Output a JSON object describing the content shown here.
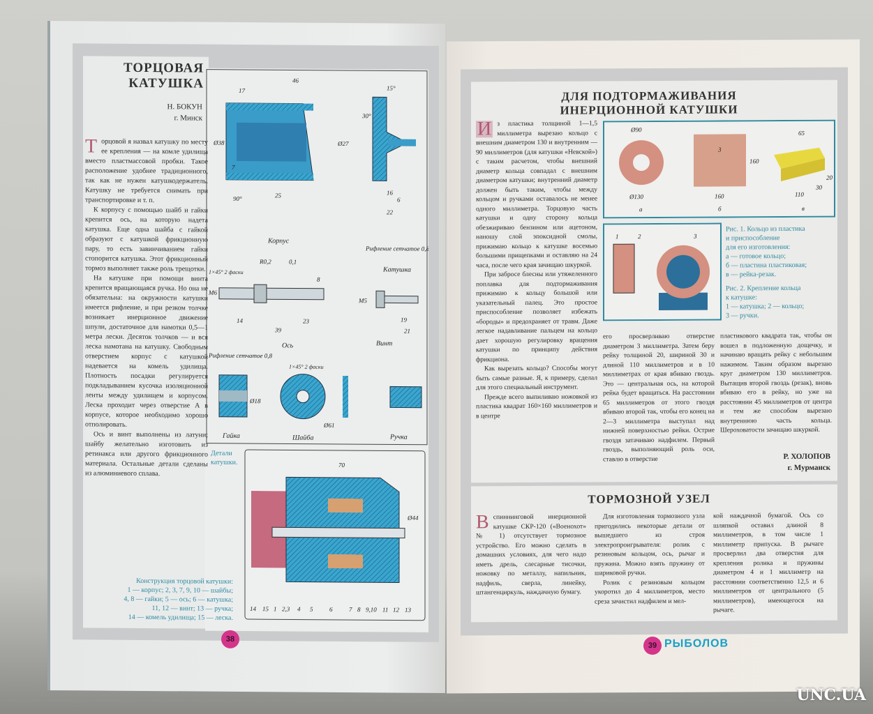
{
  "left_page": {
    "title": "ТОРЦОВАЯ КАТУШКА",
    "author": "Н. БОКУН",
    "city": "г. Минск",
    "drop_cap": "Т",
    "paragraphs": [
      "орцовой я назвал катушку по месту ее крепления — на комле удилища вместо пластмассовой пробки. Такое расположение удобнее традиционного, так как не нужен катушкодержатель. Катушку не требуется снимать при транспортировке и т. п.",
      "К корпусу с помощью шайб и гайки крепится ось, на которую надета катушка. Еще одна шайба с гайкой образуют с катушкой фрикционную пару, то есть завинчиванием гайки стопорится катушка. Этот фрикционный тормоз выполняет также роль трещотки.",
      "На катушке при помощи винта крепится вращающаяся ручка. Но она не обязательна: на окружности катушки имеется рифление, и при резком толчке возникает инерционное движение шпули, достаточное для намотки 0,5—1 метра лески. Десяток толчков — и вся леска намотана на катушку. Свободным отверстием корпус с катушкой надевается на комель удилища. Плотность посадки регулируется подкладыванием кусочка изоляционной ленты между удилищем и корпусом. Леска проходит через отверстие А в корпусе, которое необходимо хорошо отполировать.",
      "Ось и винт выполнены из латуни; шайбу желательно изготовить из ретинакса или другого фрикционного материала. Остальные детали сделаны из алюминиевого сплава."
    ],
    "details_caption": "Детали катушки.",
    "construction_caption": [
      "Конструкция торцовой катушки:",
      "1 — корпус; 2, 3, 7, 9, 10 — шайбы;",
      "4, 8 — гайки; 5 — ось; 6 — катушка;",
      "11, 12 — винт; 13 — ручка;",
      "14 — комель удилища; 15 — леска."
    ],
    "drawing_labels": {
      "korpus": "Корпус",
      "katushka": "Катушка",
      "os": "Ось",
      "vint": "Винт",
      "gaika": "Гайка",
      "shaiba": "Шайба",
      "ruchka": "Ручка",
      "riflenie": "Рифление сетчатое 0,8",
      "riflenie2": "Рифление сетчатое 0,8",
      "chamfer": "1×45° 2 фаски",
      "chamfer2": "1×45° 2 фаски"
    },
    "dimensions": [
      "46",
      "17",
      "25",
      "7",
      "6",
      "22",
      "16",
      "39",
      "14",
      "23",
      "8",
      "21",
      "19",
      "70",
      "Ø38",
      "Ø27",
      "Ø44",
      "Ø61",
      "Ø18",
      "M6",
      "M5",
      "R0,2",
      "0,1",
      "15°",
      "30°",
      "90°"
    ],
    "part_numbers": [
      "14",
      "15",
      "1",
      "2,3",
      "4",
      "5",
      "6",
      "7",
      "8",
      "9,10",
      "11",
      "12",
      "13"
    ],
    "page_number": "38"
  },
  "right_page": {
    "title": "ДЛЯ ПОДТОРМАЖИВАНИЯ ИНЕРЦИОННОЙ КАТУШКИ",
    "drop_cap": "И",
    "col1": [
      "з пластика толщиной 1—1,5 миллиметра вырезаю кольцо с внешним диаметром 130 и внутренним — 90 миллиметров (для катушки «Невской») с таким расчетом, чтобы внешний диаметр кольца совпадал с внешним диаметром катушки; внутренний диаметр должен быть таким, чтобы между кольцом и ручками оставалось не менее одного миллиметра. Торцовую часть катушки и одну сторону кольца обезжириваю бензином или ацетоном, наношу слой эпоксидной смолы, прижимаю кольцо к катушке восемью большими прищепками и оставляю на 24 часа, после чего края зачищаю шкуркой.",
      "При забросе блесны или утяжеленного поплавка для подтормаживания прижимаю к кольцу большой или указательный палец. Это простое приспособление позволяет избежать «бороды» и предохраняет от травм. Даже легкое надавливание пальцем на кольцо дает хорошую регулировку вращения катушки по принципу действия фрикциона.",
      "Как вырезать кольцо? Способы могут быть самые разные. Я, к примеру, сделал для этого специальный инструмент.",
      "Прежде всего выпиливаю ножовкой из пластика квадрат 160×160 миллиметров и в центре"
    ],
    "col2": "его просверливаю отверстие диаметром 3 миллиметра. Затем беру рейку толщиной 20, шириной 30 и длиной 110 миллиметров и в 10 миллиметрах от края вбиваю гвоздь. Это — центральная ось, на которой рейка будет вращаться. На расстоянии 65 миллиметров от этого гвоздя вбиваю второй так, чтобы его конец на 2—3 миллиметра выступал над нижней поверхностью рейки. Острие гвоздя затачиваю надфилем. Первый гвоздь, выполняющий роль оси, ставлю в отверстие",
    "col3": "пластикового квадрата так, чтобы он вошел в подложенную дощечку, и начинаю вращать рейку с небольшим нажимом. Таким образом вырезаю круг диаметром 130 миллиметров. Вытащив второй гвоздь (резак), вновь вбиваю его в рейку, но уже на расстоянии 45 миллиметров от центра и тем же способом вырезаю внутреннюю часть кольца. Шероховатости зачищаю шкуркой.",
    "author": "Р. ХОЛОПОВ",
    "city": "г. Мурманск",
    "fig1_caption": [
      "Рис. 1. Кольцо из пластика",
      "и приспособление",
      "для его изготовления:",
      "а — готовое кольцо;",
      "б — пластина пластиковая;",
      "в — рейка-резак."
    ],
    "fig2_caption": [
      "Рис. 2. Крепление кольца",
      "к катушке:",
      "1 — катушка; 2 — кольцо;",
      "3 — ручки."
    ],
    "fig_labels": {
      "a": "а",
      "b": "б",
      "v": "в",
      "d90": "Ø90",
      "d130": "Ø130",
      "s160": "160",
      "s160v": "160",
      "three": "3",
      "l65": "65",
      "l110": "110",
      "h20": "20",
      "w30": "30",
      "n1": "1",
      "n2": "2",
      "n3": "3"
    },
    "section2": {
      "title": "ТОРМОЗНОЙ УЗЕЛ",
      "drop_cap": "В",
      "col1": "спиннинговой инерционной катушке СКР-120 («Военохот» № 1) отсутствует тормозное устройство. Его можно сделать в домашних условиях, для чего надо иметь дрель, слесарные тисочки, ножовку по металлу, напильник, надфиль, сверла, линейку, штангенциркуль, наждачную бумагу.",
      "col2": [
        "Для изготовления тормозного узла пригодились некоторые детали от вышедшего из строя электропроигрывателя: ролик с резиновым кольцом, ось, рычаг и пружина. Можно взять пружину от шариковой ручки.",
        "Ролик с резиновым кольцом укоротил до 4 миллиметров, место среза зачистил надфилем и мел-"
      ],
      "col3": "кой наждачной бумагой. Ось со шляпкой оставил длиной 8 миллиметров, в том числе 1 миллиметр припуска. В рычаге просверлил два отверстия для крепления ролика и пружины диаметром 4 и 1 миллиметр на расстоянии соответственно 12,5 и 6 миллиметров от центрального (5 миллиметров), имеющегося на рычаге."
    },
    "page_number": "39",
    "magazine_name": "РЫБОЛОВ"
  },
  "watermark": "UNC.UA",
  "colors": {
    "accent_blue": "#3aa6d0",
    "pink": "#d4358a",
    "caption": "#2d8aa0"
  }
}
